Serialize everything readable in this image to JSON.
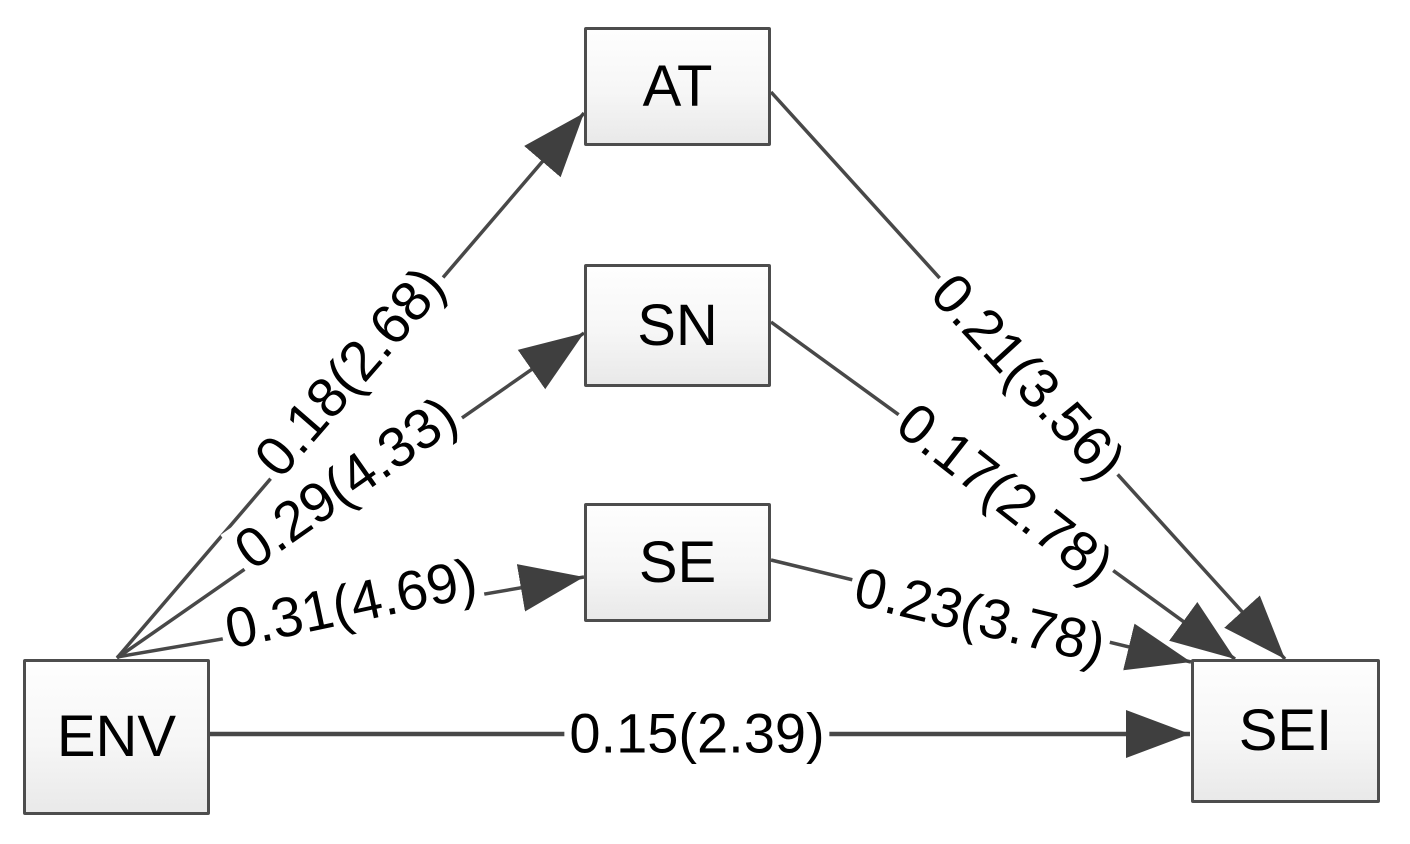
{
  "diagram": {
    "title": "mediation-path-model",
    "nodes": {
      "env": {
        "label": "ENV"
      },
      "at": {
        "label": "AT"
      },
      "sn": {
        "label": "SN"
      },
      "se": {
        "label": "SE"
      },
      "sei": {
        "label": "SEI"
      }
    },
    "edges": {
      "env_at": {
        "from": "ENV",
        "to": "AT",
        "label": "0.18(2.68)"
      },
      "env_sn": {
        "from": "ENV",
        "to": "SN",
        "label": "0.29(4.33)"
      },
      "env_se": {
        "from": "ENV",
        "to": "SE",
        "label": "0.31(4.69)"
      },
      "env_sei": {
        "from": "ENV",
        "to": "SEI",
        "label": "0.15(2.39)"
      },
      "at_sei": {
        "from": "AT",
        "to": "SEI",
        "label": "0.21(3.56)"
      },
      "sn_sei": {
        "from": "SN",
        "to": "SEI",
        "label": "0.17(2.78)"
      },
      "se_sei": {
        "from": "SE",
        "to": "SEI",
        "label": "0.23(3.78)"
      }
    },
    "colors": {
      "line": "#484848",
      "arrowhead": "#3f3f3f",
      "node_border": "#4d4d4d",
      "node_fill_top": "#fefefe",
      "node_fill_bottom": "#e9e9e9",
      "text": "#000000",
      "background": "#ffffff"
    }
  }
}
